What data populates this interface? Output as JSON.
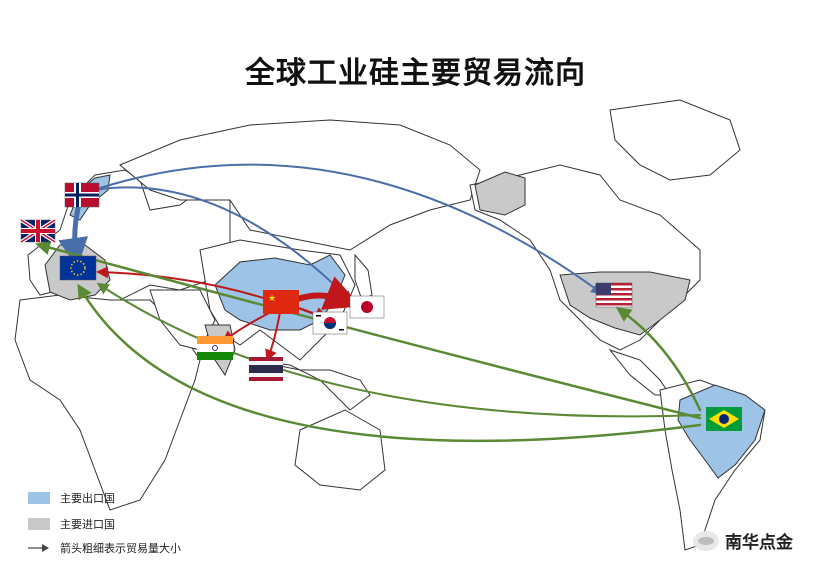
{
  "title": "全球工业硅主要贸易流向",
  "legend": {
    "exporter": {
      "label": "主要出口国",
      "color": "#9dc3e6"
    },
    "importer": {
      "label": "主要进口国",
      "color": "#c9c9c9"
    },
    "arrow_note": "箭头粗细表示贸易量大小"
  },
  "watermark": "南华点金",
  "colors": {
    "flow_norway": "#4a6ea9",
    "flow_china": "#c0181a",
    "flow_brazil": "#5a8a35"
  },
  "countries": [
    {
      "id": "norway",
      "role": "exporter",
      "flag": "flag-norway"
    },
    {
      "id": "china",
      "role": "exporter",
      "flag": "flag-china"
    },
    {
      "id": "brazil",
      "role": "exporter",
      "flag": "flag-brazil"
    },
    {
      "id": "eu",
      "role": "importer",
      "flag": "flag-eu"
    },
    {
      "id": "uk",
      "role": "importer",
      "flag": "flag-uk"
    },
    {
      "id": "usa",
      "role": "importer",
      "flag": "flag-usa"
    },
    {
      "id": "japan",
      "role": "importer",
      "flag": "flag-japan"
    },
    {
      "id": "korea",
      "role": "importer",
      "flag": "flag-korea"
    },
    {
      "id": "india",
      "role": "importer",
      "flag": "flag-india"
    },
    {
      "id": "thailand",
      "role": "importer",
      "flag": "flag-thailand"
    }
  ],
  "flows": [
    {
      "from": "norway",
      "to": "eu",
      "weight": 5
    },
    {
      "from": "norway",
      "to": "japan",
      "weight": 1.5
    },
    {
      "from": "norway",
      "to": "usa",
      "weight": 1.5
    },
    {
      "from": "china",
      "to": "japan",
      "weight": 5
    },
    {
      "from": "china",
      "to": "eu",
      "weight": 1.5
    },
    {
      "from": "china",
      "to": "korea",
      "weight": 2
    },
    {
      "from": "china",
      "to": "india",
      "weight": 1.5
    },
    {
      "from": "china",
      "to": "thailand",
      "weight": 1.5
    },
    {
      "from": "brazil",
      "to": "usa",
      "weight": 2
    },
    {
      "from": "brazil",
      "to": "eu",
      "weight": 2
    },
    {
      "from": "brazil",
      "to": "uk",
      "weight": 2
    },
    {
      "from": "brazil",
      "to": "japan",
      "weight": 2
    }
  ]
}
